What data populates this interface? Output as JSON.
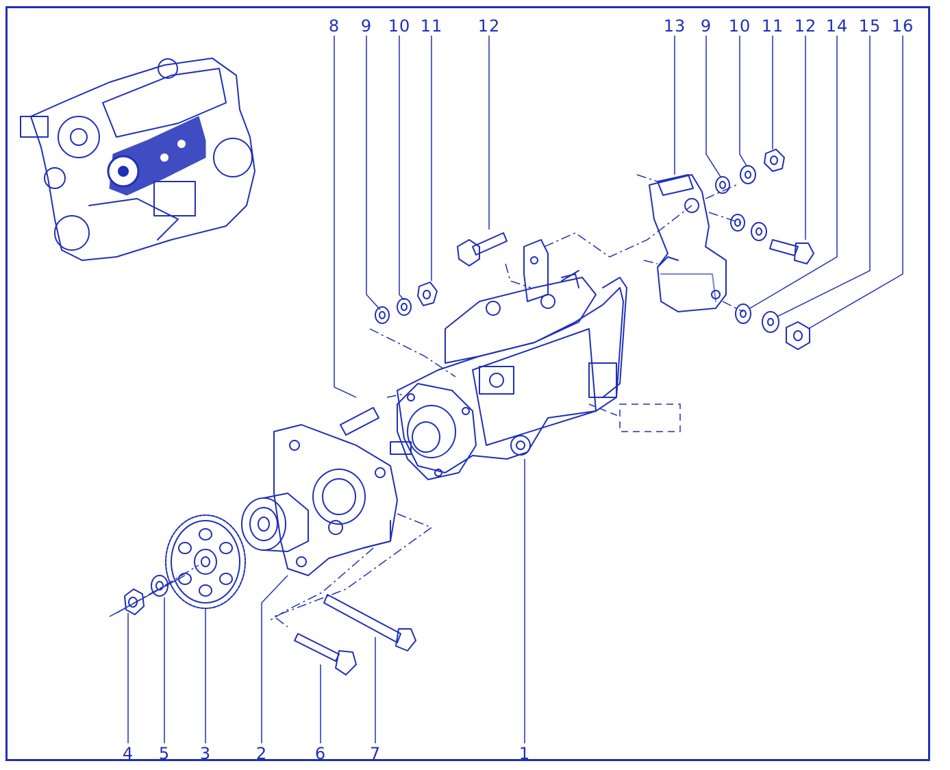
{
  "colors": {
    "ink": "#1f2fb8",
    "paper": "#ffffff"
  },
  "labels": {
    "top_left": [
      "8",
      "9",
      "10",
      "11",
      "12"
    ],
    "top_right": [
      "13",
      "9",
      "10",
      "11",
      "12",
      "14",
      "15",
      "16"
    ],
    "bottom": [
      "4",
      "5",
      "3",
      "2",
      "6",
      "7",
      "1"
    ]
  }
}
